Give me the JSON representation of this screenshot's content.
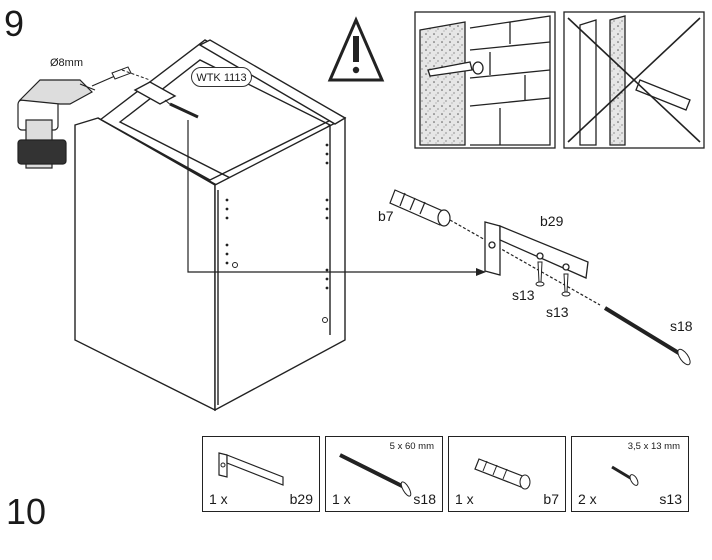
{
  "steps": {
    "step_a": "9",
    "step_b": "10"
  },
  "drill": {
    "label": "Ø8mm"
  },
  "cabinet": {
    "tag": "WTK 1113"
  },
  "parts_labels": {
    "b7": "b7",
    "b29": "b29",
    "s13_a": "s13",
    "s13_b": "s13",
    "s18": "s18"
  },
  "warning": {
    "icon": "warning-triangle-icon"
  },
  "parts_list": [
    {
      "qty": "1 x",
      "code": "b29",
      "dimension": ""
    },
    {
      "qty": "1 x",
      "code": "s18",
      "dimension": "5 x 60 mm"
    },
    {
      "qty": "1 x",
      "code": "b7",
      "dimension": ""
    },
    {
      "qty": "2 x",
      "code": "s13",
      "dimension": "3,5 x 13 mm"
    }
  ],
  "colors": {
    "line": "#1a1a1a",
    "concrete": "#d9d9d9",
    "panel": "#ffffff"
  }
}
